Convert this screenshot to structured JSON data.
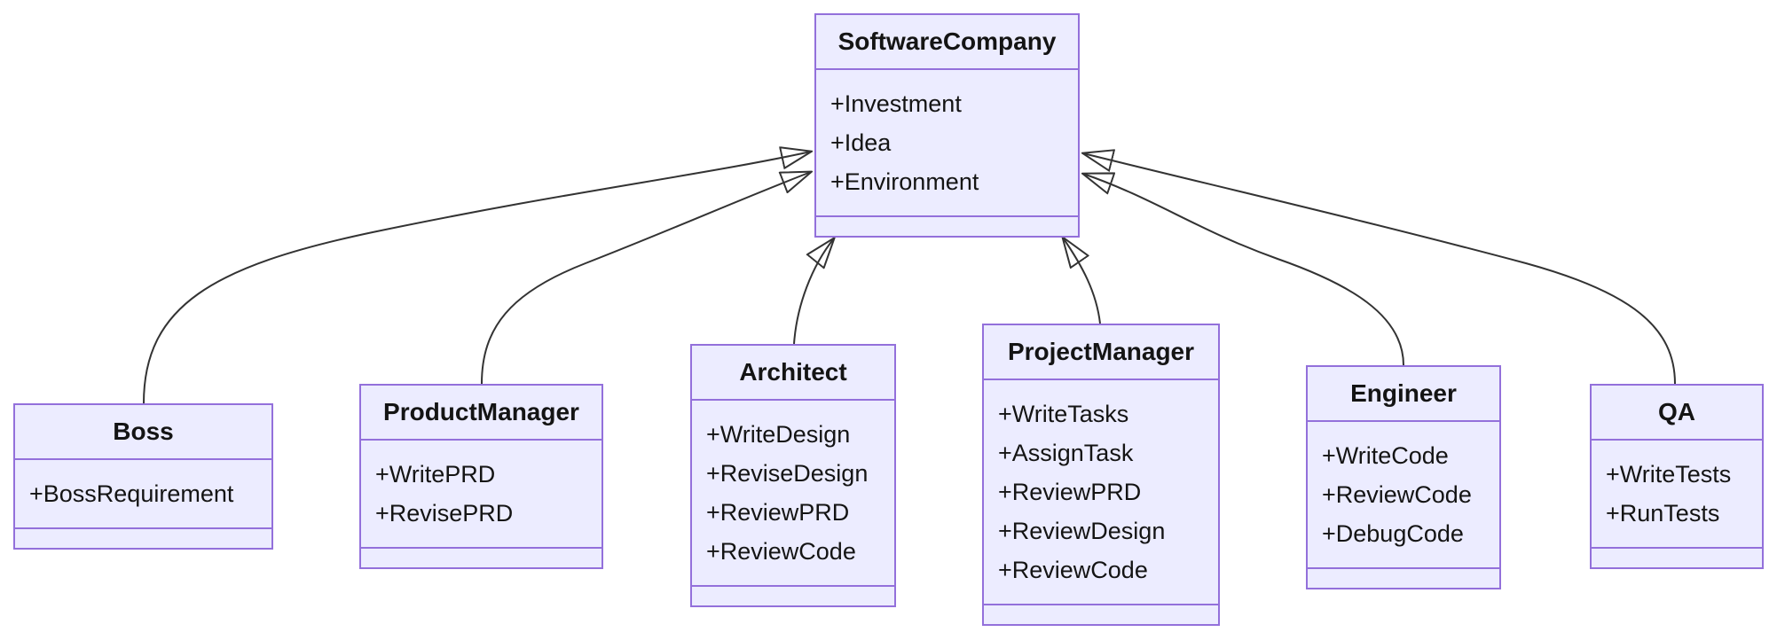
{
  "diagram": {
    "kind": "uml-class-diagram",
    "relation_type": "inheritance",
    "colors": {
      "node_fill": "#ECECFF",
      "node_border": "#9370DB",
      "edge_line": "#333333",
      "text": "#141414",
      "background": "#ffffff"
    },
    "classes": [
      {
        "id": "software-company",
        "name": "SoftwareCompany",
        "attributes": [
          "+Investment",
          "+Idea",
          "+Environment"
        ],
        "methods": []
      },
      {
        "id": "boss",
        "name": "Boss",
        "attributes": [
          "+BossRequirement"
        ],
        "methods": []
      },
      {
        "id": "product-manager",
        "name": "ProductManager",
        "attributes": [
          "+WritePRD",
          "+RevisePRD"
        ],
        "methods": []
      },
      {
        "id": "architect",
        "name": "Architect",
        "attributes": [
          "+WriteDesign",
          "+ReviseDesign",
          "+ReviewPRD",
          "+ReviewCode"
        ],
        "methods": []
      },
      {
        "id": "project-manager",
        "name": "ProjectManager",
        "attributes": [
          "+WriteTasks",
          "+AssignTask",
          "+ReviewPRD",
          "+ReviewDesign",
          "+ReviewCode"
        ],
        "methods": []
      },
      {
        "id": "engineer",
        "name": "Engineer",
        "attributes": [
          "+WriteCode",
          "+ReviewCode",
          "+DebugCode"
        ],
        "methods": []
      },
      {
        "id": "qa",
        "name": "QA",
        "attributes": [
          "+WriteTests",
          "+RunTests"
        ],
        "methods": []
      }
    ],
    "edges": [
      {
        "from": "Boss",
        "to": "SoftwareCompany",
        "type": "inheritance"
      },
      {
        "from": "ProductManager",
        "to": "SoftwareCompany",
        "type": "inheritance"
      },
      {
        "from": "Architect",
        "to": "SoftwareCompany",
        "type": "inheritance"
      },
      {
        "from": "ProjectManager",
        "to": "SoftwareCompany",
        "type": "inheritance"
      },
      {
        "from": "Engineer",
        "to": "SoftwareCompany",
        "type": "inheritance"
      },
      {
        "from": "QA",
        "to": "SoftwareCompany",
        "type": "inheritance"
      }
    ]
  }
}
